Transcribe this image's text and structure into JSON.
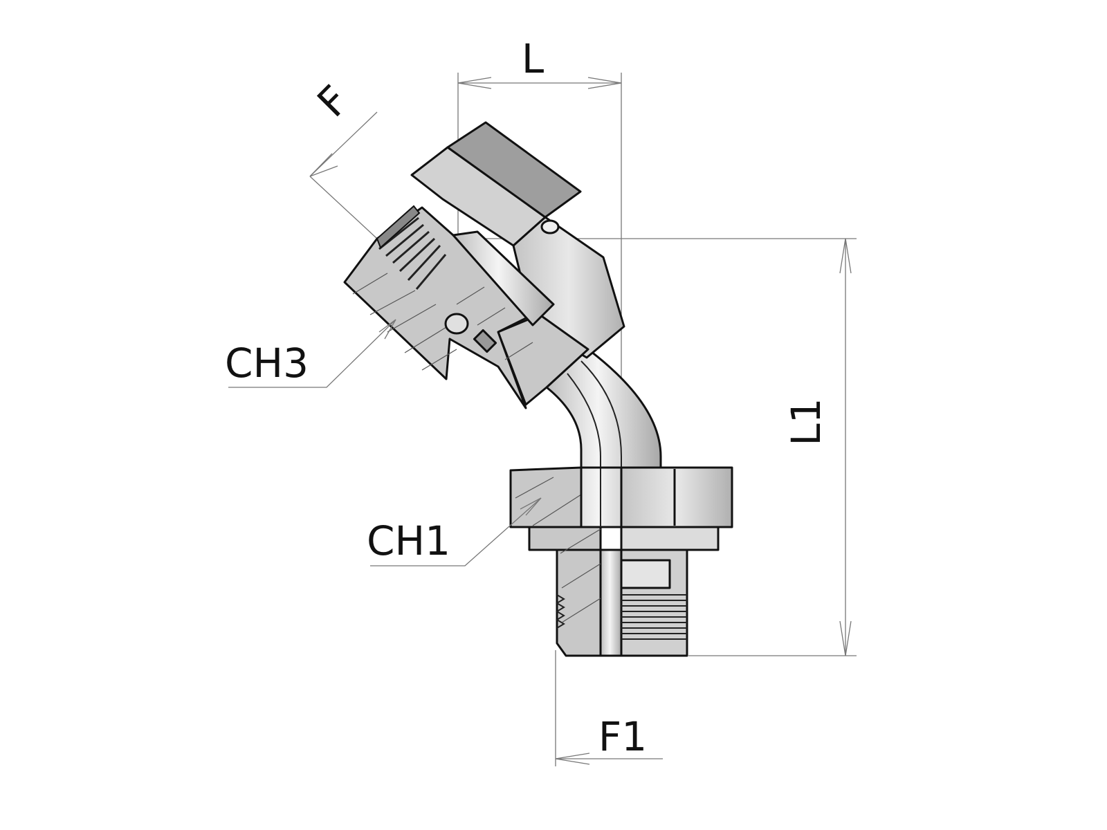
{
  "drawing": {
    "labels": {
      "length": "L",
      "port_thread_upper": "F",
      "nut_hex_upper": "CH3",
      "body_hex": "CH1",
      "height": "L1",
      "port_thread_lower": "F1"
    },
    "colors": {
      "section_fill": "#c8c8c8",
      "face_light": "#d2d2d2",
      "face_dark": "#9e9e9e",
      "outline": "#111111",
      "dimension": "#777777"
    }
  }
}
